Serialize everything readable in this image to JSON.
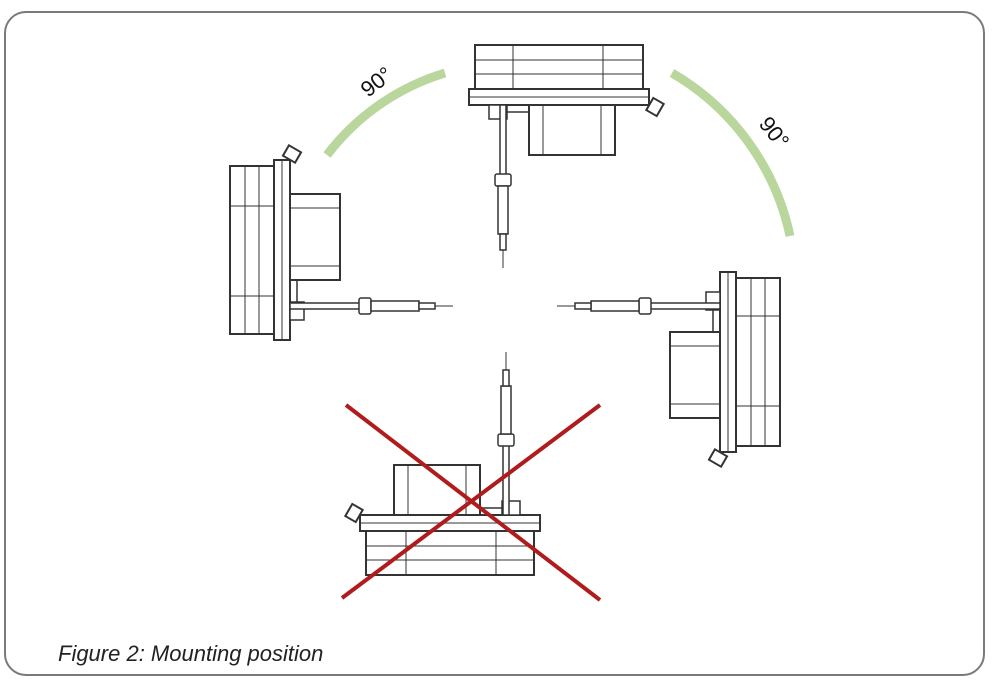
{
  "figure": {
    "caption": "Figure 2: Mounting position"
  },
  "angles": {
    "left_arc_label": "90°",
    "right_arc_label": "90°"
  },
  "positions": [
    {
      "orientation": "top",
      "allowed": true
    },
    {
      "orientation": "left",
      "allowed": true
    },
    {
      "orientation": "right",
      "allowed": true
    },
    {
      "orientation": "bottom",
      "allowed": false
    }
  ],
  "colors": {
    "arc": "#b9d79c",
    "forbidden_cross": "#b01c1c",
    "outline": "#333333"
  }
}
